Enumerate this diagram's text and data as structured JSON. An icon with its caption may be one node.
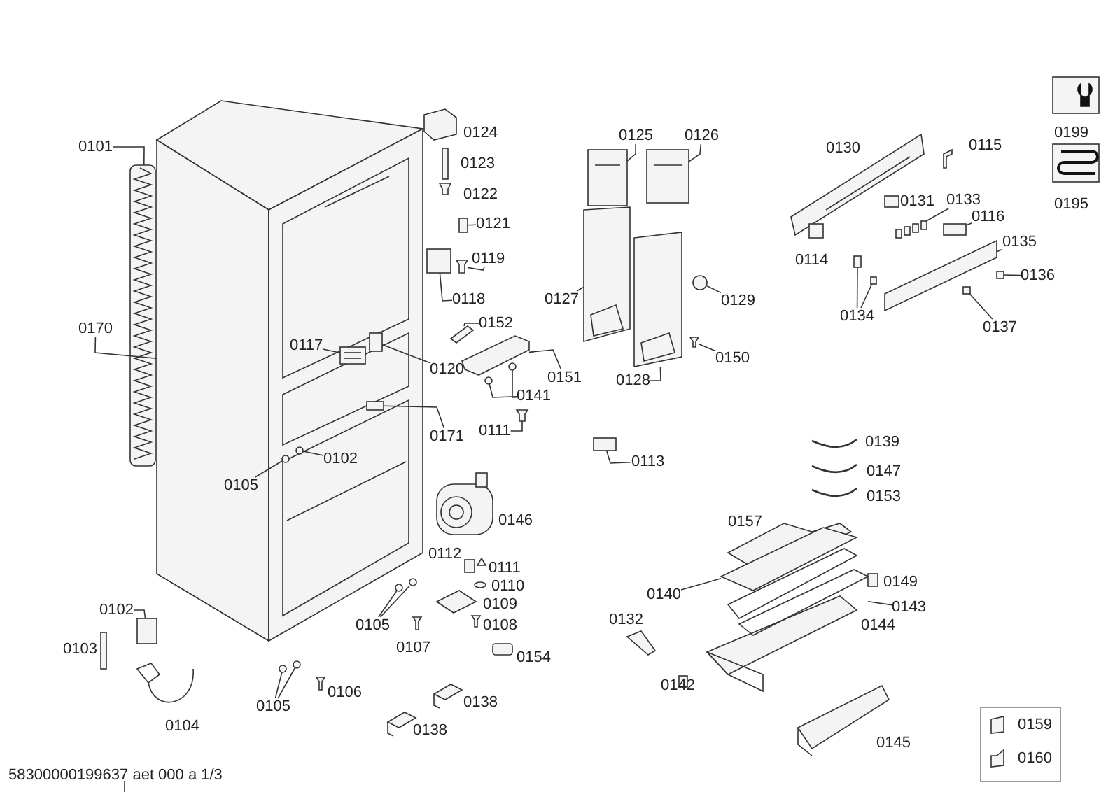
{
  "diagram": {
    "nodes": [
      {
        "text": [
          "0101"
        ]
      },
      {
        "text": [
          "0170"
        ]
      },
      {
        "text": [
          "0117"
        ],
        "in": 34
      },
      {
        "text": [
          "0120"
        ]
      },
      {
        "text": [
          "0171"
        ]
      },
      {
        "text": [
          "0102"
        ],
        "in": 34
      },
      {
        "text": [
          "0105"
        ]
      },
      {
        "text": [
          "0118"
        ]
      },
      {
        "text": [
          "0119"
        ]
      },
      {
        "text": [
          "0121"
        ]
      },
      {
        "text": [
          "0152"
        ]
      },
      {
        "text": [
          "0151"
        ]
      },
      {
        "text": [
          "0141"
        ]
      },
      {
        "text": [
          "0111"
        ]
      },
      {
        "text": [
          "0113"
        ]
      },
      {
        "text": [
          "0125"
        ]
      },
      {
        "text": [
          "0126"
        ]
      },
      {
        "text": [
          "0127"
        ]
      },
      {
        "text": [
          "0128"
        ]
      },
      {
        "text": [
          "0129"
        ]
      },
      {
        "text": [
          "0150"
        ]
      },
      {
        "text": [
          "0133"
        ]
      },
      {
        "text": [
          "0116"
        ]
      },
      {
        "text": [
          "0135"
        ]
      },
      {
        "text": [
          "0134"
        ]
      },
      {
        "text": [
          "0136"
        ]
      },
      {
        "text": [
          "0137"
        ]
      },
      {
        "text": [
          "0140"
        ]
      },
      {
        "text": [
          "0143"
        ]
      },
      {
        "text": [
          "0102"
        ]
      },
      {
        "text": [
          "0105"
        ]
      },
      {
        "text": [
          "0105"
        ]
      },
      {
        "text": [
          "0159",
          "0160"
        ]
      },
      {
        "text": [],
        "shape": "picture"
      },
      {
        "text": [],
        "shape": "picture"
      },
      {
        "text": [],
        "shape": "picture",
        "in": 34
      },
      {
        "text": [],
        "shape": "box",
        "in": 34
      },
      {
        "text": [],
        "shape": "box",
        "in": 34
      },
      {
        "text": [],
        "shape": "circle",
        "in": 34
      },
      {
        "text": [],
        "shape": "circle",
        "in": 34
      },
      {
        "text": [],
        "shape": "box"
      },
      {
        "text": [],
        "shape": "picture"
      },
      {
        "text": [],
        "shape": "box"
      },
      {
        "text": [],
        "shape": "picture"
      },
      {
        "text": [],
        "shape": "picture"
      },
      {
        "text": [],
        "shape": "circle"
      },
      {
        "text": [],
        "shape": "circle"
      },
      {
        "text": [],
        "shape": "picture"
      },
      {
        "text": [],
        "shape": "box"
      },
      {
        "text": [],
        "shape": "picture"
      },
      {
        "text": [],
        "shape": "picture"
      },
      {
        "text": [],
        "shape": "picture"
      },
      {
        "text": [],
        "shape": "picture"
      },
      {
        "text": [],
        "shape": "circle"
      },
      {
        "text": [],
        "shape": "picture"
      },
      {
        "text": [],
        "shape": "picture"
      },
      {
        "text": [],
        "shape": "box"
      },
      {
        "text": [],
        "shape": "picture"
      },
      {
        "text": [],
        "shape": "box"
      },
      {
        "text": [],
        "shape": "box"
      },
      {
        "text": [],
        "shape": "box"
      },
      {
        "text": [],
        "shape": "box"
      },
      {
        "text": [],
        "shape": "picture"
      },
      {
        "text": [],
        "shape": "picture"
      },
      {
        "text": [],
        "shape": "box"
      },
      {
        "text": [],
        "shape": "circle"
      },
      {
        "text": [],
        "shape": "circle"
      },
      {
        "text": [],
        "shape": "circle"
      },
      {
        "text": [],
        "shape": "circle"
      }
    ],
    "edges": [
      {
        "from": 0,
        "to": 33,
        "arrow": "none"
      },
      {
        "from": 1,
        "to": 34,
        "arrow": "none"
      },
      {
        "from": 2,
        "to": 35,
        "arrow": "none"
      },
      {
        "from": 3,
        "to": 36,
        "arrow": "none"
      },
      {
        "from": 4,
        "to": 37,
        "arrow": "none"
      },
      {
        "from": 5,
        "to": 38,
        "arrow": "none"
      },
      {
        "from": 6,
        "to": 39,
        "arrow": "none"
      },
      {
        "from": 7,
        "to": 40,
        "arrow": "none"
      },
      {
        "from": 8,
        "to": 41,
        "arrow": "none"
      },
      {
        "from": 9,
        "to": 42,
        "arrow": "none"
      },
      {
        "from": 10,
        "to": 43,
        "arrow": "none"
      },
      {
        "from": 11,
        "to": 44,
        "arrow": "none"
      },
      {
        "from": 12,
        "to": 45,
        "arrow": "none"
      },
      {
        "from": 12,
        "to": 46,
        "arrow": "none"
      },
      {
        "from": 13,
        "to": 47,
        "arrow": "none"
      },
      {
        "from": 14,
        "to": 48,
        "arrow": "none"
      },
      {
        "from": 15,
        "to": 49,
        "arrow": "none"
      },
      {
        "from": 16,
        "to": 50,
        "arrow": "none"
      },
      {
        "from": 17,
        "to": 51,
        "arrow": "none"
      },
      {
        "from": 18,
        "to": 52,
        "arrow": "none"
      },
      {
        "from": 19,
        "to": 53,
        "arrow": "none"
      },
      {
        "from": 20,
        "to": 54,
        "arrow": "none"
      },
      {
        "from": 21,
        "to": 55,
        "arrow": "none"
      },
      {
        "from": 22,
        "to": 56,
        "arrow": "none"
      },
      {
        "from": 23,
        "to": 57,
        "arrow": "none"
      },
      {
        "from": 24,
        "to": 58,
        "arrow": "none"
      },
      {
        "from": 24,
        "to": 59,
        "arrow": "none"
      },
      {
        "from": 25,
        "to": 60,
        "arrow": "none"
      },
      {
        "from": 26,
        "to": 61,
        "arrow": "none"
      },
      {
        "from": 27,
        "to": 62,
        "arrow": "none"
      },
      {
        "from": 28,
        "to": 63,
        "arrow": "none"
      },
      {
        "from": 29,
        "to": 64,
        "arrow": "none"
      },
      {
        "from": 30,
        "to": 65,
        "arrow": "none"
      },
      {
        "from": 30,
        "to": 66,
        "arrow": "none"
      },
      {
        "from": 31,
        "to": 67,
        "arrow": "none"
      },
      {
        "from": 31,
        "to": 68,
        "arrow": "none"
      }
    ],
    "labels": [
      "0199",
      "0124",
      "0195",
      "0123",
      "0122",
      "0130",
      "0115",
      "0131",
      "0114",
      "0146",
      "0112",
      "0111",
      "0110",
      "0109",
      "0108",
      "0107",
      "0106",
      "0154",
      "0138",
      "0138",
      "0104",
      "0103",
      "0139",
      "0147",
      "0153",
      "0157",
      "0149",
      "0144",
      "0132",
      "0142",
      "0145",
      "58300000199637 aet 000 a 1/3"
    ]
  }
}
